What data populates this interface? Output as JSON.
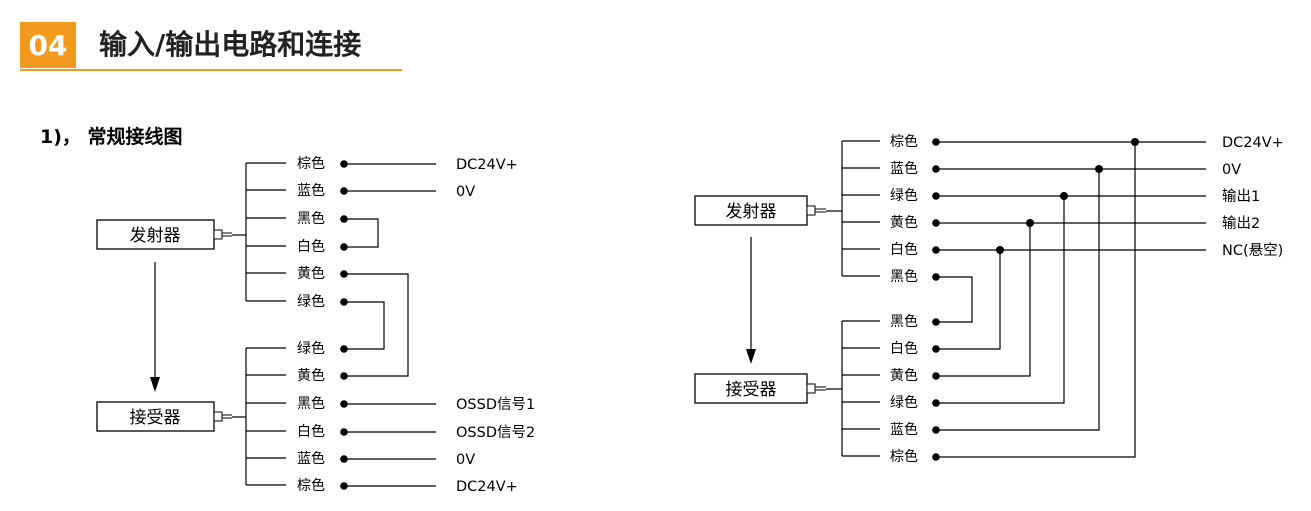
{
  "header": {
    "number": "04",
    "title": "输入/输出电路和连接"
  },
  "subtitle": "1)，  常规接线图",
  "left_diagram": {
    "emitter": "发射器",
    "receiver": "接受器",
    "emitter_wires": [
      "棕色",
      "蓝色",
      "黑色",
      "白色",
      "黄色",
      "绿色"
    ],
    "emitter_signals": [
      "DC24V+",
      "0V"
    ],
    "receiver_wires": [
      "绿色",
      "黄色",
      "黑色",
      "白色",
      "蓝色",
      "棕色"
    ],
    "receiver_signals": [
      "OSSD信号1",
      "OSSD信号2",
      "0V",
      "DC24V+"
    ]
  },
  "right_diagram": {
    "emitter": "发射器",
    "receiver": "接受器",
    "emitter_wires": [
      "棕色",
      "蓝色",
      "绿色",
      "黄色",
      "白色",
      "黑色"
    ],
    "signals": [
      "DC24V+",
      "0V",
      "输出1",
      "输出2",
      "NC(悬空)"
    ],
    "receiver_wires": [
      "黑色",
      "白色",
      "黄色",
      "绿色",
      "蓝色",
      "棕色"
    ]
  }
}
